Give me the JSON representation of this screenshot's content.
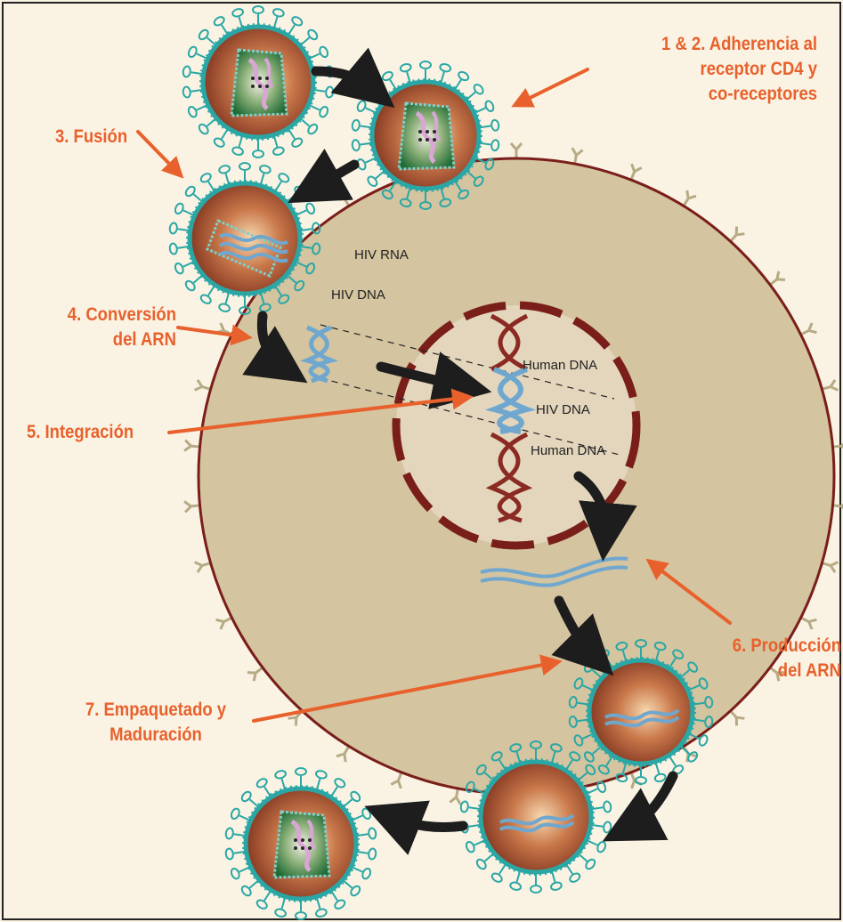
{
  "colors": {
    "background": "#faf3e4",
    "border": "#222222",
    "cell": "#d4c4a0",
    "cell_border": "#7a1e1a",
    "nucleus": "#e3d6bd",
    "virus_core": "#8b3a24",
    "virus_envelope": "#2aa7a5",
    "capsid": "#1f6b35",
    "label_orange": "#e8612c",
    "arrow_dark": "#1d1d1d",
    "hiv_strand": "#6fa7cf",
    "human_dna": "#8b2a22",
    "receptor": "#b6ab85"
  },
  "steps": {
    "adhesion": "1 & 2. Adherencia al\nreceptor CD4 y\nco-receptores",
    "fusion": "3. Fusión",
    "conversion": "4. Conversión\ndel ARN",
    "integration": "5. Integración",
    "production": "6. Producción\ndel ARN",
    "packaging": "7. Empaquetado y\nMaduración"
  },
  "molecules": {
    "hiv_rna": "HIV RNA",
    "hiv_dna_cytoplasm": "HIV DNA",
    "human_dna_top": "Human DNA",
    "hiv_dna_integrated": "HIV DNA",
    "human_dna_bottom": "Human DNA"
  }
}
